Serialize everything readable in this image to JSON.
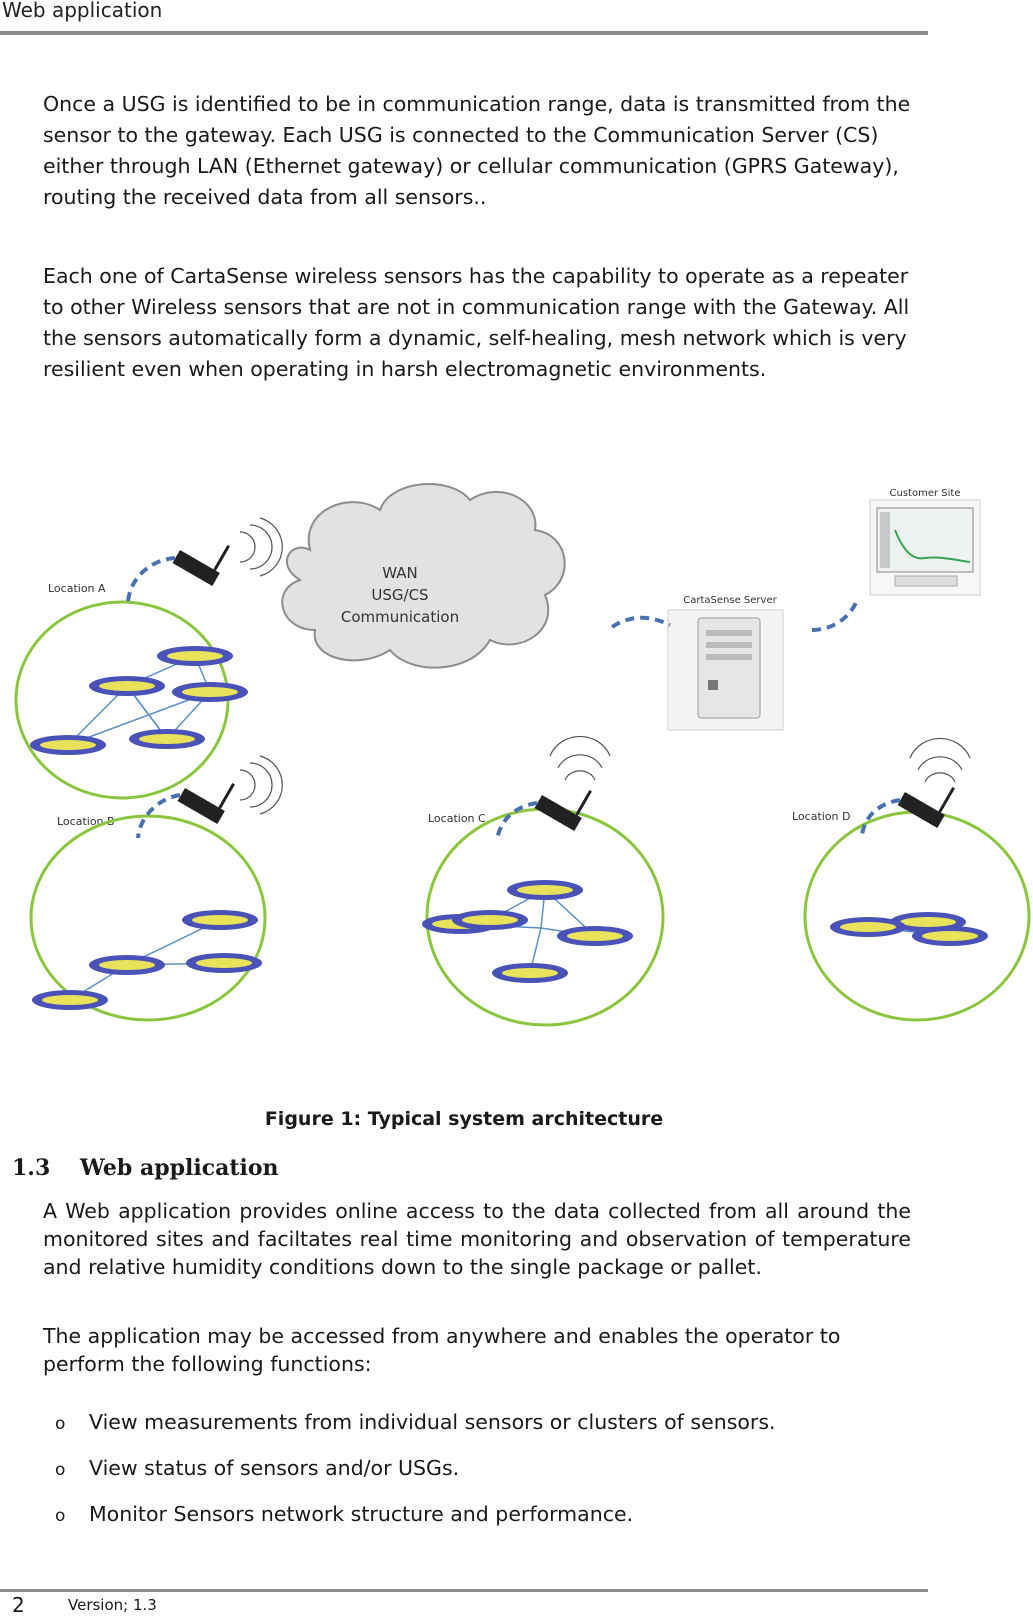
{
  "header": {
    "title": "Web application"
  },
  "intro": {
    "p1": "Once a USG is identified to be in communication range, data is transmitted from the sensor to the gateway. Each USG is connected to the Communication Server (CS) either through LAN (Ethernet gateway) or cellular communication (GPRS Gateway), routing the received data from all sensors..",
    "p2": "Each one of CartaSense wireless sensors has the capability to operate as a repeater to other Wireless sensors that are not in communication range with the Gateway. All the sensors automatically form a dynamic, self-healing, mesh network which is very resilient even when operating in harsh electromagnetic environments."
  },
  "figure": {
    "cloud_lines": [
      "WAN",
      "USG/CS",
      "Communication"
    ],
    "server_label": "CartaSense Server",
    "customer_label": "Customer Site",
    "location_labels": [
      "Location A",
      "Location B",
      "Location C",
      "Location D"
    ],
    "caption": "Figure 1: Typical system architecture"
  },
  "section": {
    "number": "1.3",
    "title": "Web application",
    "p1": "A Web application provides online access to the data collected from all around the monitored sites and faciltates real time monitoring and observation of temperature and relative humidity conditions down to the single package or pallet.",
    "p2": "The application may be accessed from anywhere and enables the operator to perform the following functions:",
    "bullet_mark": "o",
    "bullets": [
      "View measurements from individual sensors or clusters of sensors.",
      "View status of sensors and/or USGs.",
      "Monitor Sensors network structure and performance."
    ]
  },
  "footer": {
    "page": "2",
    "version": "Version; 1.3"
  },
  "colors": {
    "rule": "#8c8c8c",
    "cluster": "#8cc63f",
    "sensor_body": "#4a52b8",
    "sensor_core": "#e8e35a",
    "link": "#5b8fc9"
  }
}
